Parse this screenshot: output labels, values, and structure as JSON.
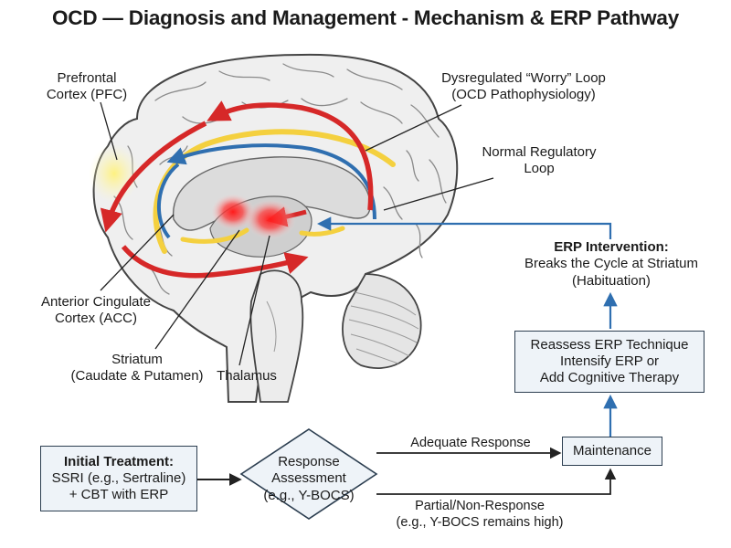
{
  "title": "OCD — Diagnosis and Management - Mechanism & ERP Pathway",
  "brain_labels": {
    "pfc": [
      "Prefrontal",
      "Cortex (PFC)"
    ],
    "worry_loop": [
      "Dysregulated “Worry” Loop",
      "(OCD Pathophysiology)"
    ],
    "normal_loop": [
      "Normal Regulatory",
      "Loop"
    ],
    "acc": [
      "Anterior Cingulate",
      "Cortex (ACC)"
    ],
    "striatum": [
      "Striatum",
      "(Caudate & Putamen)"
    ],
    "thalamus": "Thalamus"
  },
  "erp_intervention": {
    "heading": "ERP Intervention:",
    "lines": [
      "Breaks the Cycle at Striatum",
      "(Habituation)"
    ]
  },
  "flow": {
    "initial_treatment": {
      "heading": "Initial Treatment:",
      "lines": [
        "SSRI (e.g., Sertraline)",
        "+ CBT with ERP"
      ]
    },
    "response_assessment": [
      "Response",
      "Assessment",
      "(e.g., Y-BOCS)"
    ],
    "maintenance": "Maintenance",
    "reassess": [
      "Reassess ERP Technique",
      "Intensify ERP or",
      "Add Cognitive Therapy"
    ],
    "adequate_label": "Adequate Response",
    "partial_label": [
      "Partial/Non-Response",
      "(e.g., Y-BOCS remains high)"
    ]
  },
  "colors": {
    "worry_loop": "#d62828",
    "normal_loop": "#2f6fb0",
    "yellow_loop": "#f4d03f",
    "hotspot": "#ff2a2a",
    "flow_arrow": "#2f6fb0",
    "box_fill": "#eef3f8"
  }
}
